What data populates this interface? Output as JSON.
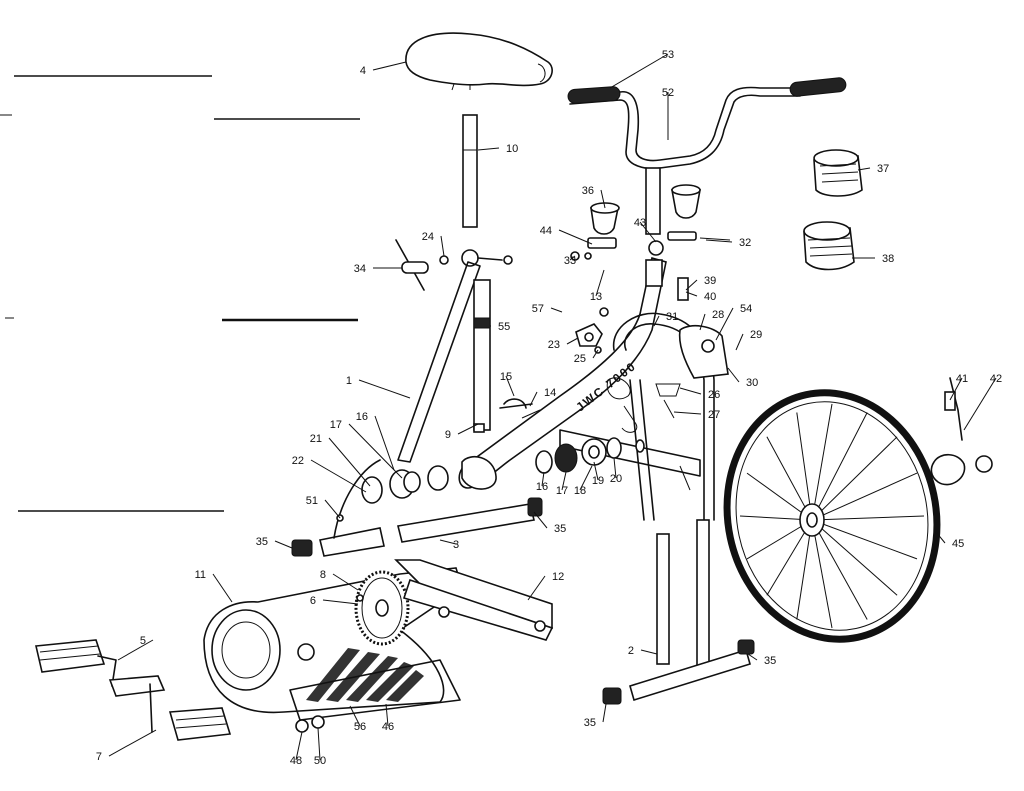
{
  "diagram": {
    "callouts": [
      "4",
      "10",
      "53",
      "52",
      "36",
      "37",
      "38",
      "32",
      "24",
      "34",
      "44",
      "43",
      "33",
      "13",
      "39",
      "40",
      "57",
      "55",
      "31",
      "28",
      "54",
      "29",
      "23",
      "25",
      "30",
      "26",
      "15",
      "14",
      "27",
      "1",
      "16",
      "17",
      "9",
      "21",
      "22",
      "18",
      "19",
      "20",
      "41",
      "42",
      "51",
      "35",
      "3",
      "11",
      "8",
      "6",
      "12",
      "45",
      "5",
      "2",
      "7",
      "56",
      "46",
      "48",
      "50"
    ],
    "frame_decal": "JWC 7000"
  }
}
